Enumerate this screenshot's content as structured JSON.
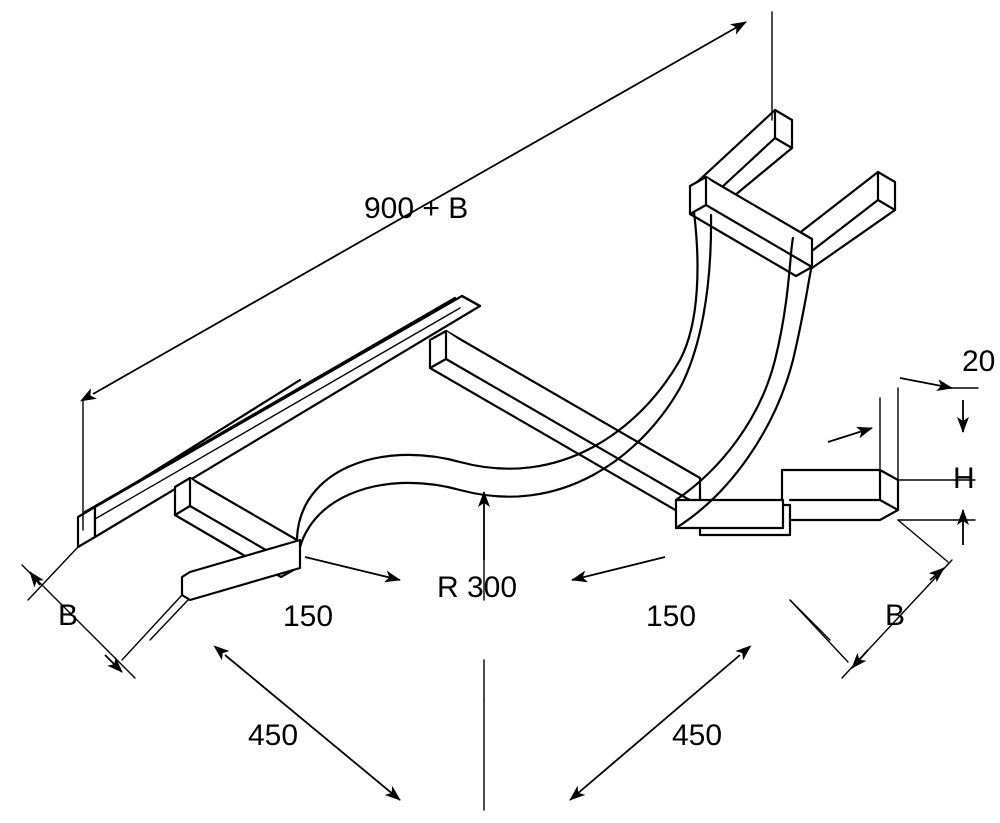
{
  "drawing": {
    "title": "Cable ladder T-piece dimensioned technical drawing",
    "type": "isometric-technical-drawing",
    "line_color": "#000000",
    "background_color": "#ffffff",
    "dimensions": {
      "overall_length": "900 + B",
      "branch_left": "450",
      "branch_right": "450",
      "straight_left": "150",
      "straight_right": "150",
      "radius": "R 300",
      "width_left": "B",
      "width_right": "B",
      "side_rail_thickness": "20",
      "side_rail_height": "H"
    },
    "labels": [
      {
        "id": "overall",
        "text": "900 + B"
      },
      {
        "id": "radius",
        "text": "R 300"
      },
      {
        "id": "left-150",
        "text": "150"
      },
      {
        "id": "right-150",
        "text": "150"
      },
      {
        "id": "left-450",
        "text": "450"
      },
      {
        "id": "right-450",
        "text": "450"
      },
      {
        "id": "left-B",
        "text": "B"
      },
      {
        "id": "right-B",
        "text": "B"
      },
      {
        "id": "thickness-20",
        "text": "20"
      },
      {
        "id": "height-H",
        "text": "H"
      }
    ]
  }
}
